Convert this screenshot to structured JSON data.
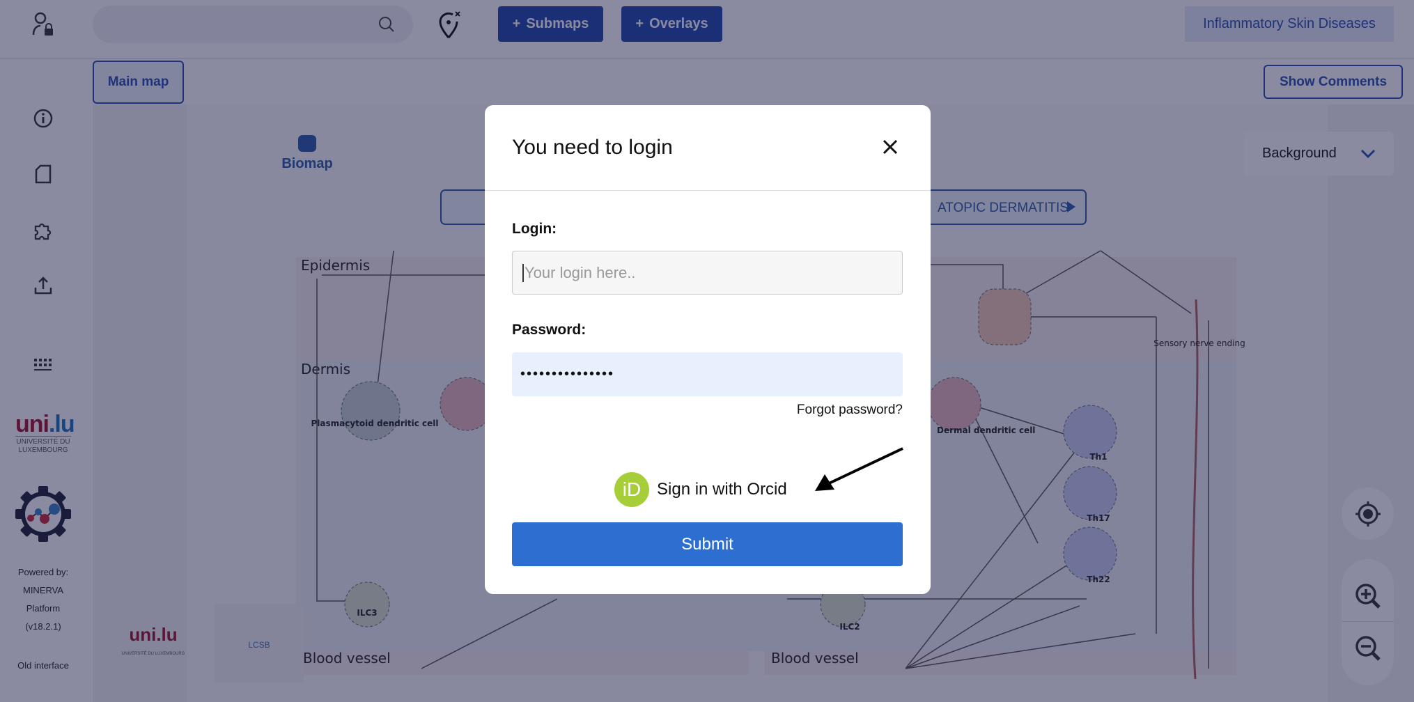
{
  "header": {
    "search_placeholder": "",
    "submaps_label": "Submaps",
    "overlays_label": "Overlays",
    "project_name": "Inflammatory Skin Diseases"
  },
  "toolbar": {
    "main_map_tab": "Main map",
    "show_comments": "Show Comments",
    "background_select": "Background"
  },
  "sidebar": {
    "uni_logo_line1": "UNIVERSITÉ DU",
    "uni_logo_line2": "LUXEMBOURG",
    "powered_by": "Powered by:",
    "platform_name": "MINERVA",
    "platform_word": "Platform",
    "version": "(v18.2.1)",
    "old_interface": "Old interface"
  },
  "map": {
    "biomap_logo": "Biomap",
    "nav_next_label": "ATOPIC DERMATITIS",
    "regions": [
      "Epidermis",
      "Dermis",
      "Blood vessel",
      "Blood vessel"
    ],
    "cells": [
      "Plasmacytoid dendritic cell",
      "Dermal dendritic cell",
      "ILC3",
      "ILC2",
      "Th1",
      "Th17",
      "Th22",
      "Sensory nerve ending"
    ],
    "footer_logo_uni": "UNIVERSITÉ DU LUXEMBOURG",
    "footer_logo_lcsb": "LCSB"
  },
  "login_modal": {
    "title": "You need to login",
    "login_label": "Login:",
    "login_placeholder": "Your login here..",
    "password_label": "Password:",
    "password_value": "•••••••••••••••",
    "forgot_password": "Forgot password?",
    "orcid_label": "Sign in with Orcid",
    "orcid_badge": "iD",
    "submit_label": "Submit"
  },
  "colors": {
    "primary": "#2d6fd0",
    "header_button": "#1f47a8",
    "orcid": "#a6ce39",
    "password_field": "#e8f0fe"
  }
}
